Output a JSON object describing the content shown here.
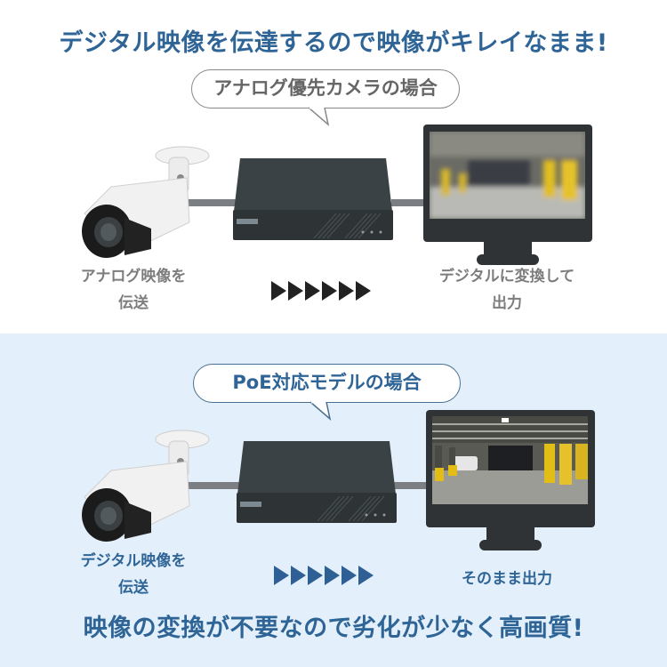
{
  "top_section": {
    "headline": "デジタル映像を伝達するので映像がキレイなまま!",
    "bubble": "アナログ優先カメラの場合",
    "camera_label_line1": "アナログ映像を",
    "camera_label_line2": "伝送",
    "monitor_label_line1": "デジタルに変換して",
    "monitor_label_line2": "出力",
    "arrow_count": 6,
    "screen_quality": "blurry"
  },
  "bottom_section": {
    "bubble": "PoE対応モデルの場合",
    "camera_label_line1": "デジタル映像を",
    "camera_label_line2": "伝送",
    "monitor_label": "そのまま出力",
    "arrow_count": 6,
    "screen_quality": "sharp",
    "headline": "映像の変換が不要なので劣化が少なく高画質!"
  },
  "colors": {
    "accent_blue": "#2f6496",
    "gray_text": "#7d7d7d",
    "bottom_bg": "#e3f0fb",
    "device_dark": "#2f3335"
  }
}
